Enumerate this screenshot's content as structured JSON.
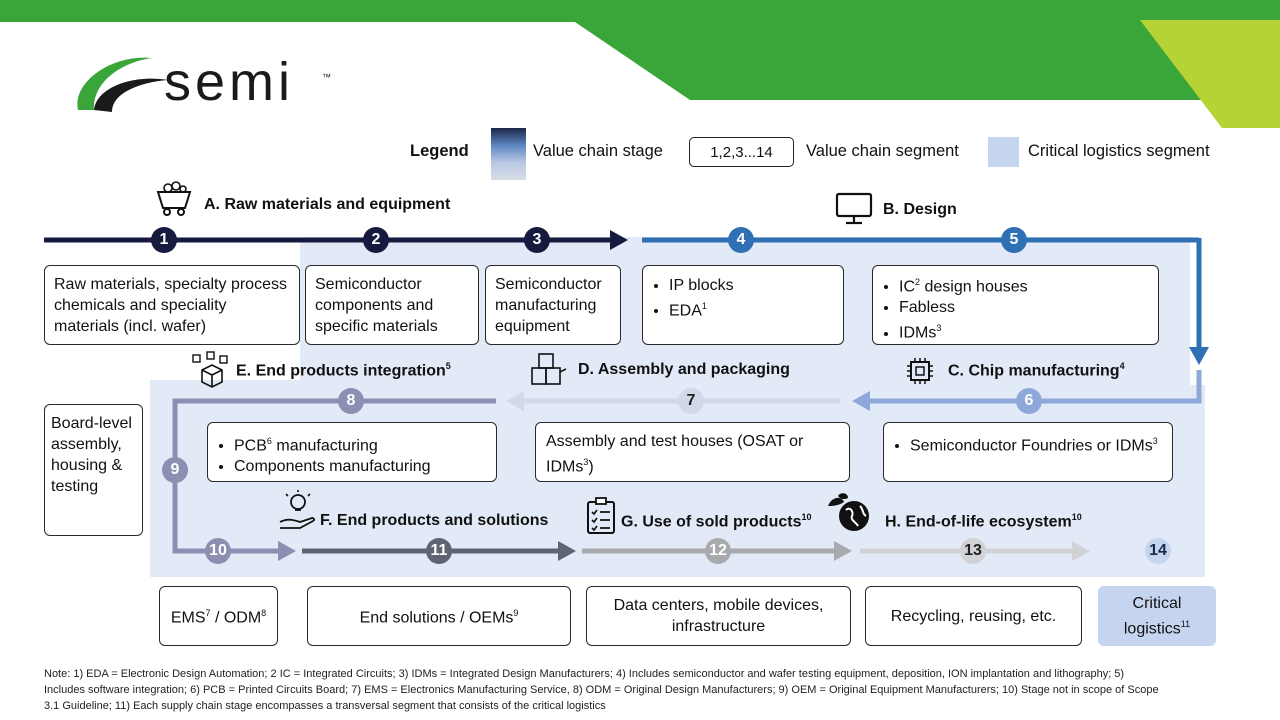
{
  "header": {
    "logo_text": "semi",
    "logo_tm": "™"
  },
  "legend": {
    "title": "Legend",
    "value_chain_stage": "Value chain stage",
    "segment_example": "1,2,3...14",
    "value_chain_segment": "Value chain segment",
    "critical_logistics_segment": "Critical logistics segment"
  },
  "stages": {
    "a": {
      "label": "A. Raw materials and equipment",
      "icon": "mine-cart-icon"
    },
    "b": {
      "label": "B. Design",
      "icon": "monitor-icon"
    },
    "c": {
      "label": "C. Chip manufacturing",
      "sup": "4",
      "icon": "chip-icon"
    },
    "d": {
      "label": "D. Assembly and packaging",
      "icon": "boxes-icon"
    },
    "e": {
      "label": "E. End products integration",
      "sup": "5",
      "icon": "cubes-icon"
    },
    "f": {
      "label": "F. End products and solutions",
      "icon": "lightbulb-hand-icon"
    },
    "g": {
      "label": "G. Use of sold products",
      "sup": "10",
      "icon": "checklist-icon"
    },
    "h": {
      "label": "H. End-of-life ecosystem",
      "sup": "10",
      "icon": "globe-leaf-icon"
    }
  },
  "segments": [
    "1",
    "2",
    "3",
    "4",
    "5",
    "6",
    "7",
    "8",
    "9",
    "10",
    "11",
    "12",
    "13",
    "14"
  ],
  "boxes": {
    "seg1": "Raw materials, specialty process chemicals and speciality materials (incl. wafer)",
    "seg2": "Semiconductor components and specific materials",
    "seg3": "Semiconductor manufacturing equipment",
    "seg4": {
      "item1": "IP blocks",
      "item2": "EDA",
      "item2_sup": "1"
    },
    "seg5": {
      "item1": "IC",
      "item1_sup": "2",
      "item1_rest": " design houses",
      "item2": "Fabless",
      "item3": "IDMs",
      "item3_sup": "3"
    },
    "seg6": {
      "text": "Semiconductor Foundries or IDMs",
      "sup": "3"
    },
    "seg7": {
      "text": "Assembly and test houses (OSAT or IDMs",
      "sup": "3",
      "tail": ")"
    },
    "seg8": {
      "item1": "PCB",
      "item1_sup": "6",
      "item1_rest": " manufacturing",
      "item2": "Components manufacturing"
    },
    "seg9": "Board-level assembly, housing & testing",
    "seg10": {
      "a": "EMS",
      "a_sup": "7",
      "b": " / ODM",
      "b_sup": "8"
    },
    "seg11": {
      "text": "End solutions / OEMs",
      "sup": "9"
    },
    "seg12": "Data centers, mobile devices, infrastructure",
    "seg13": "Recycling, reusing, etc.",
    "seg14": {
      "text": "Critical logistics",
      "sup": "11"
    }
  },
  "colors": {
    "navy": "#161a3e",
    "blue": "#2f6fb3",
    "light_blue": "#dde6f5",
    "slate": "#616b86",
    "green": "#3aa63a",
    "lime": "#b5d334"
  },
  "note": "Note: 1) EDA = Electronic Design Automation; 2  IC = Integrated Circuits; 3) IDMs = Integrated Design Manufacturers; 4) Includes semiconductor and wafer testing equipment, deposition, ION implantation and lithography; 5) Includes software integration; 6) PCB = Printed Circuits Board; 7) EMS = Electronics Manufacturing Service, 8) ODM = Original Design Manufacturers; 9) OEM = Original Equipment Manufacturers; 10) Stage not in scope of Scope 3.1 Guideline; 11) Each supply chain stage encompasses a transversal segment that consists of the critical logistics"
}
